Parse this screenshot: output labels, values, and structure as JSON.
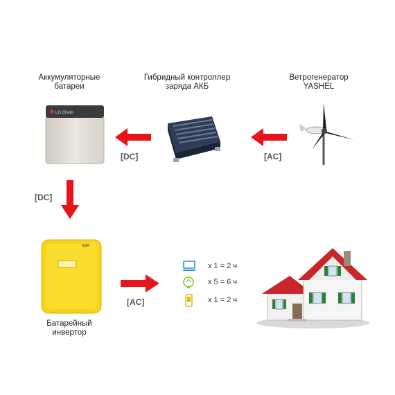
{
  "labels": {
    "batteries": [
      "Аккумуляторные",
      "батареи"
    ],
    "controller": [
      "Гибридный контроллер",
      "заряда АКБ"
    ],
    "wind": [
      "Ветрогенератор",
      "YASHEL"
    ],
    "inverter": [
      "Батарейный",
      "инвертор"
    ]
  },
  "tags": {
    "dc_left": "[DC]",
    "ac_right": "[AC]",
    "dc_down": "[DC]",
    "ac_bottom": "[AC]"
  },
  "battery_brand": "LG Chem",
  "loads": [
    {
      "icon": "laptop-icon",
      "text": "x 1 = 2 ч"
    },
    {
      "icon": "lightbulb-icon",
      "text": "x 5 = 6 ч"
    },
    {
      "icon": "phone-icon",
      "text": "x 1 = 2 ч"
    }
  ],
  "colors": {
    "arrow": "#e8141c",
    "inverter": "#f7d31a",
    "roof": "#c8262b",
    "shutter": "#2e7d3a",
    "legend_icon": "#2a8fd6"
  }
}
